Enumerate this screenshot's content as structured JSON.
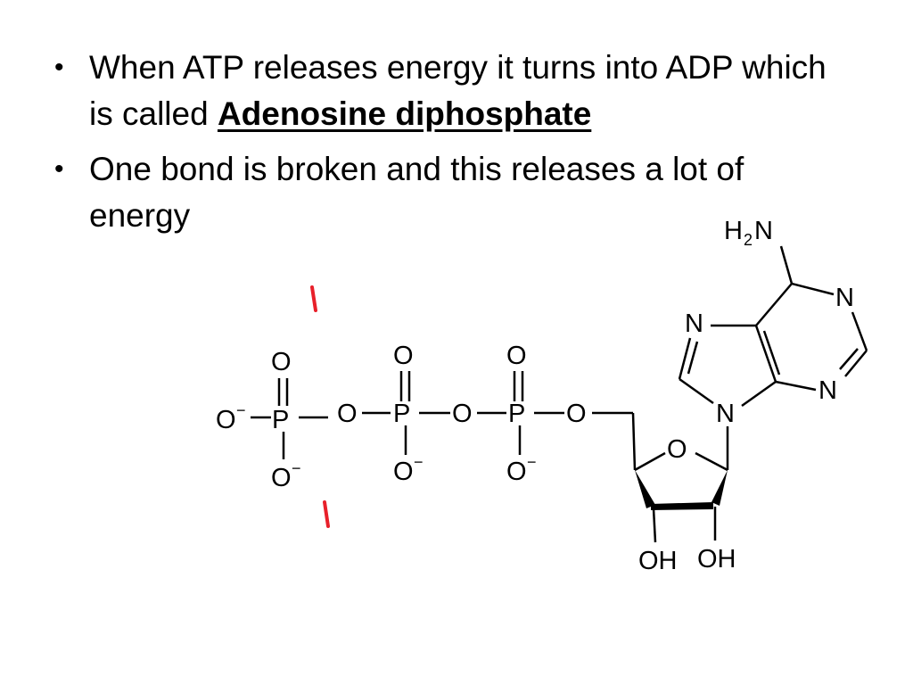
{
  "bullets": [
    {
      "text_before": "When ATP releases energy it turns into ADP which is called ",
      "term": "Adenosine diphosphate",
      "text_after": ""
    },
    {
      "text_before": "One bond is broken and this releases a lot of energy",
      "term": "",
      "text_after": ""
    }
  ],
  "molecule": {
    "atoms": {
      "O": "O",
      "P": "P",
      "N": "N",
      "OH": "OH",
      "H2N_H": "H",
      "H2N_sub": "2",
      "H2N_N": "N",
      "minus": "−"
    },
    "colors": {
      "bonds": "#000000",
      "break_marks": "#e8202a"
    }
  }
}
